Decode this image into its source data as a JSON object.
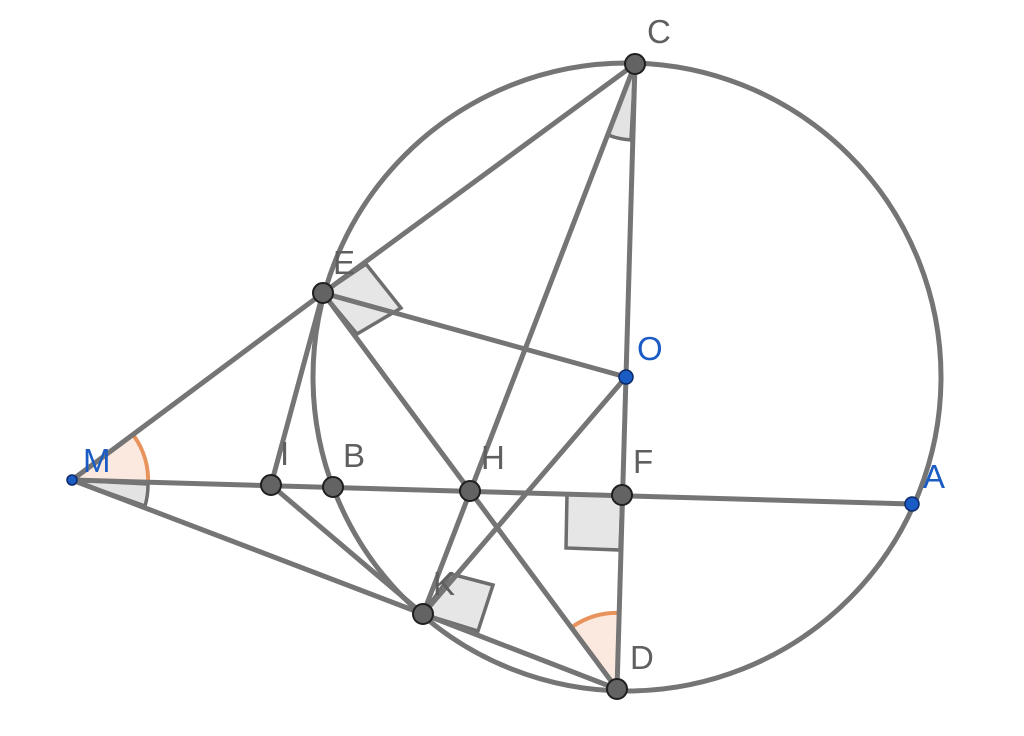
{
  "colors": {
    "line": "#757575",
    "point_gray": "#636363",
    "point_blue": "#1a5bc4",
    "label_gray": "#5f5f5f",
    "label_blue": "#1a5bc4",
    "mark_fill": "#e6e6e6",
    "angle_orange": "#e8935c"
  },
  "labels": {
    "C": "C",
    "E": "E",
    "O": "O",
    "M": "M",
    "I": "I",
    "B": "B",
    "H": "H",
    "F": "F",
    "A": "A",
    "K": "K",
    "D": "D"
  }
}
